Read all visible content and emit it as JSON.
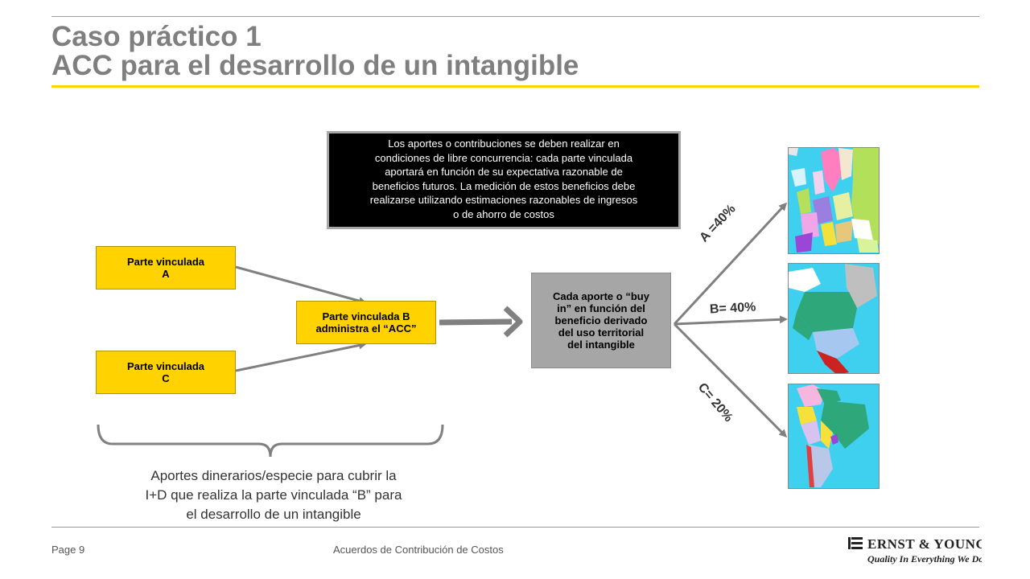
{
  "title": {
    "line1": "Caso práctico 1",
    "line2": "ACC para el desarrollo de un intangible"
  },
  "boxes": {
    "party_a": [
      "Parte vinculada",
      "A"
    ],
    "party_c": [
      "Parte vinculada",
      "C"
    ],
    "party_b": [
      "Parte vinculada B",
      "administra el “ACC”"
    ],
    "contribution": [
      "Cada aporte o “buy",
      "in” en función del",
      "beneficio derivado",
      "del uso territorial",
      "del intangible"
    ]
  },
  "callout": [
    "Los aportes o contribuciones se deben realizar en",
    "condiciones de libre concurrencia: cada parte vinculada",
    "aportará en función de su expectativa razonable de",
    "beneficios futuros. La medición de estos beneficios debe",
    "realizarse utilizando estimaciones razonables de ingresos",
    "o de ahorro de costos"
  ],
  "allocations": {
    "a": "A =40%",
    "b": "B= 40%",
    "c": "C= 20%"
  },
  "maps": {
    "europe": "europe-map",
    "north_america": "north-america-map",
    "south_america": "south-america-map"
  },
  "brace_text": [
    "Aportes dinerarios/especie para cubrir la",
    "I+D que realiza la parte vinculada “B” para",
    "el desarrollo de un intangible"
  ],
  "footer": {
    "page": "Page 9",
    "center": "Acuerdos de Contribución de Costos"
  },
  "logo": {
    "name": "Ernst & Young",
    "tagline": "Quality In Everything We Do"
  },
  "colors": {
    "accent_yellow": "#ffd200",
    "title_grey": "#7f7f7f",
    "arrow_grey": "#808080",
    "box_grey": "#a6a6a6"
  }
}
